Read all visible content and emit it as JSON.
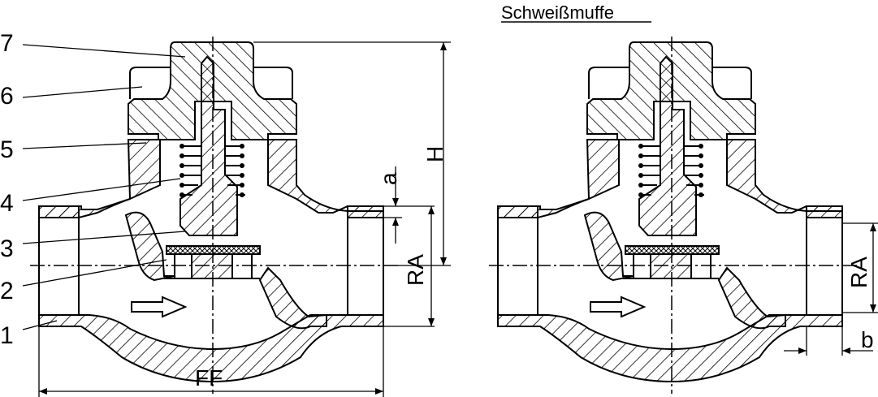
{
  "title": "Schweißmuffe",
  "part_labels": [
    "7",
    "6",
    "5",
    "4",
    "3",
    "2",
    "1"
  ],
  "dimensions": {
    "a": "a",
    "H": "H",
    "RA_left": "RA",
    "FF": "FF",
    "RA_right": "RA",
    "b": "b"
  }
}
